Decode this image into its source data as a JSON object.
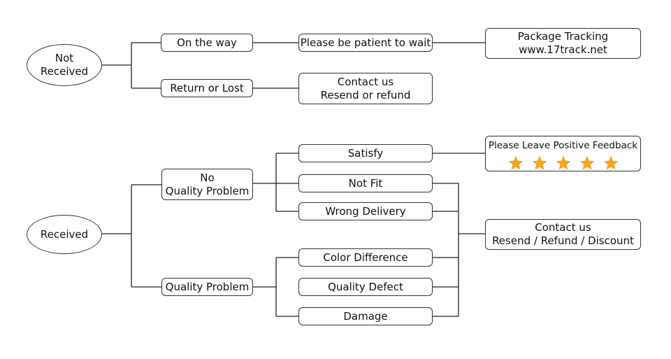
{
  "not_received": {
    "root": [
      "Not",
      "Received"
    ],
    "on_the_way": "On the way",
    "return_or_lost": "Return or Lost",
    "patient": "Please be patient to wait",
    "contact": [
      "Contact us",
      "Resend or refund"
    ],
    "tracking": [
      "Package Tracking",
      "www.17track.net"
    ]
  },
  "received": {
    "root": "Received",
    "no_quality_problem": [
      "No",
      "Quality Problem"
    ],
    "quality_problem": "Quality Problem",
    "satisfy": "Satisfy",
    "not_fit": "Not Fit",
    "wrong_delivery": "Wrong Delivery",
    "color_difference": "Color Difference",
    "quality_defect": "Quality Defect",
    "damage": "Damage",
    "feedback": "Please Leave Positive Feedback",
    "feedback_stars": 5,
    "star_color": "#f5a623",
    "contact": [
      "Contact us",
      "Resend / Refund / Discount"
    ]
  }
}
